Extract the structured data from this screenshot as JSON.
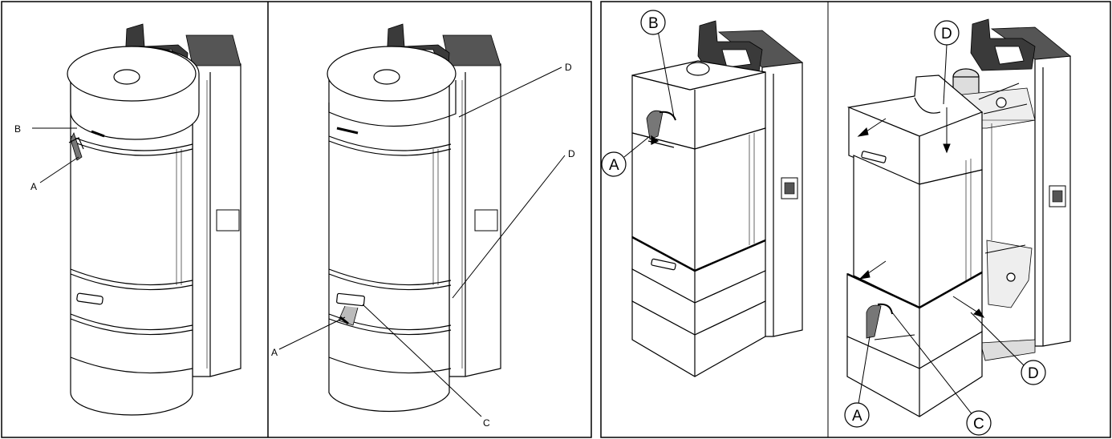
{
  "panels": [
    {
      "id": "cylinder-1",
      "labels": [
        {
          "key": "b",
          "text": "B"
        },
        {
          "key": "a",
          "text": "A"
        }
      ]
    },
    {
      "id": "cylinder-2",
      "labels": [
        {
          "key": "d1",
          "text": "D"
        },
        {
          "key": "d2",
          "text": "D"
        },
        {
          "key": "a",
          "text": "A"
        },
        {
          "key": "c",
          "text": "C"
        }
      ]
    },
    {
      "id": "box-1",
      "labels": [
        {
          "key": "b",
          "text": "B"
        },
        {
          "key": "a",
          "text": "A"
        }
      ]
    },
    {
      "id": "box-2",
      "labels": [
        {
          "key": "d1",
          "text": "D"
        },
        {
          "key": "d2",
          "text": "D"
        },
        {
          "key": "a",
          "text": "A"
        },
        {
          "key": "c",
          "text": "C"
        }
      ]
    }
  ],
  "colors": {
    "line": "#000000",
    "panel": "#d8d8d8",
    "grille": "#2a2a2a"
  }
}
